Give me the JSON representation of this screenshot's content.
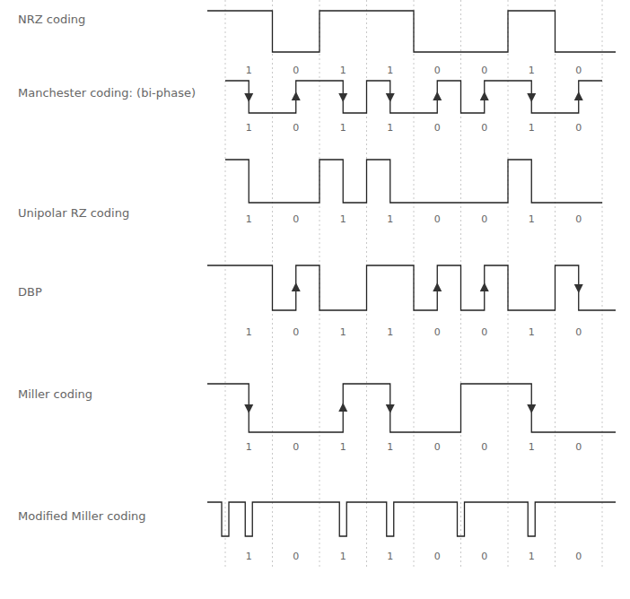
{
  "diagram": {
    "labels": [
      "NRZ coding",
      "1",
      "0",
      "1",
      "1",
      "0",
      "0",
      "1",
      "0",
      "Manchester coding: (bi-phase)",
      "1",
      "0",
      "1",
      "1",
      "0",
      "0",
      "1",
      "0",
      "Unipolar RZ coding",
      "1",
      "0",
      "1",
      "1",
      "0",
      "0",
      "1",
      "0",
      "DBP",
      "1",
      "0",
      "1",
      "1",
      "0",
      "0",
      "1",
      "0",
      "Miller coding",
      "1",
      "0",
      "1",
      "1",
      "0",
      "0",
      "1",
      "0",
      "Modified Miller coding",
      "1",
      "0",
      "1",
      "1",
      "0",
      "0",
      "1",
      "0"
    ]
  }
}
